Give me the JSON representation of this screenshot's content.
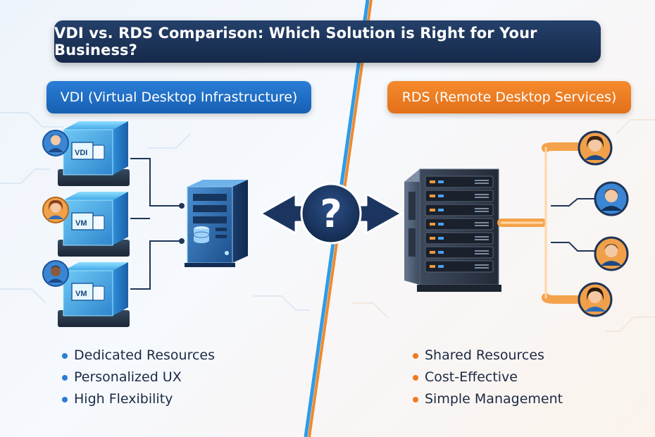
{
  "title": "VDI vs. RDS Comparison: Which Solution is Right for Your Business?",
  "vdi": {
    "label": "VDI (Virtual Desktop Infrastructure)",
    "color": "#2a7dd6",
    "desktops": [
      {
        "tag": "VDI",
        "icon": "user-icon"
      },
      {
        "tag": "VM",
        "icon": "user-icon"
      },
      {
        "tag": "VM",
        "icon": "user-icon"
      }
    ],
    "features": [
      "Dedicated Resources",
      "Personalized UX",
      "High Flexibility"
    ]
  },
  "rds": {
    "label": "RDS (Remote Desktop Services)",
    "color": "#ee7a22",
    "users": 4,
    "features": [
      "Shared Resources",
      "Cost-Effective",
      "Simple Management"
    ]
  },
  "center": {
    "glyph": "?",
    "icon": "question-mark-icon"
  }
}
